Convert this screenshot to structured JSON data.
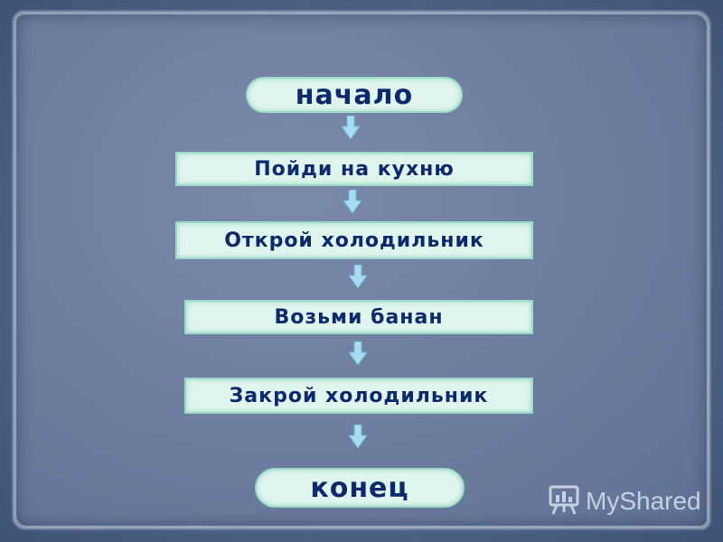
{
  "flowchart": {
    "start": "начало",
    "steps": [
      "Пойди на кухню",
      "Открой холодильник",
      "Возьми банан",
      "Закрой холодильник"
    ],
    "end": "конец"
  },
  "watermark": {
    "text": "MyShared",
    "icon": "presentation-board-icon"
  },
  "colors": {
    "node_fill": "#dff5ee",
    "node_border": "#9dd9c9",
    "text": "#0c2a6b",
    "arrow": "#a8dcf2",
    "background": "#6f7fa1"
  }
}
